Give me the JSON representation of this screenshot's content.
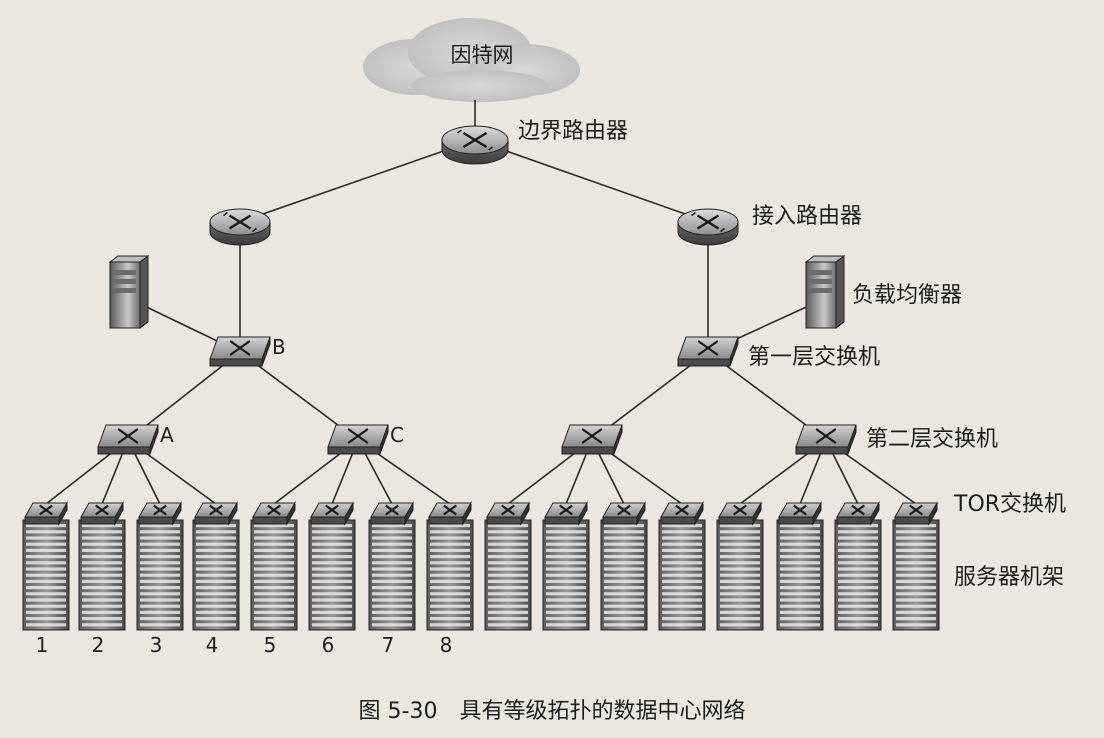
{
  "diagram": {
    "internet_label": "因特网",
    "border_router_label": "边界路由器",
    "access_router_label": "接入路由器",
    "load_balancer_label": "负载均衡器",
    "tier1_switch_label": "第一层交换机",
    "tier2_switch_label": "第二层交换机",
    "tor_switch_label": "TOR交换机",
    "server_rack_label": "服务器机架",
    "switch_b_label": "B",
    "switch_a_label": "A",
    "switch_c_label": "C",
    "rack_numbers": [
      "1",
      "2",
      "3",
      "4",
      "5",
      "6",
      "7",
      "8"
    ]
  },
  "caption": "图 5-30　具有等级拓扑的数据中心网络"
}
